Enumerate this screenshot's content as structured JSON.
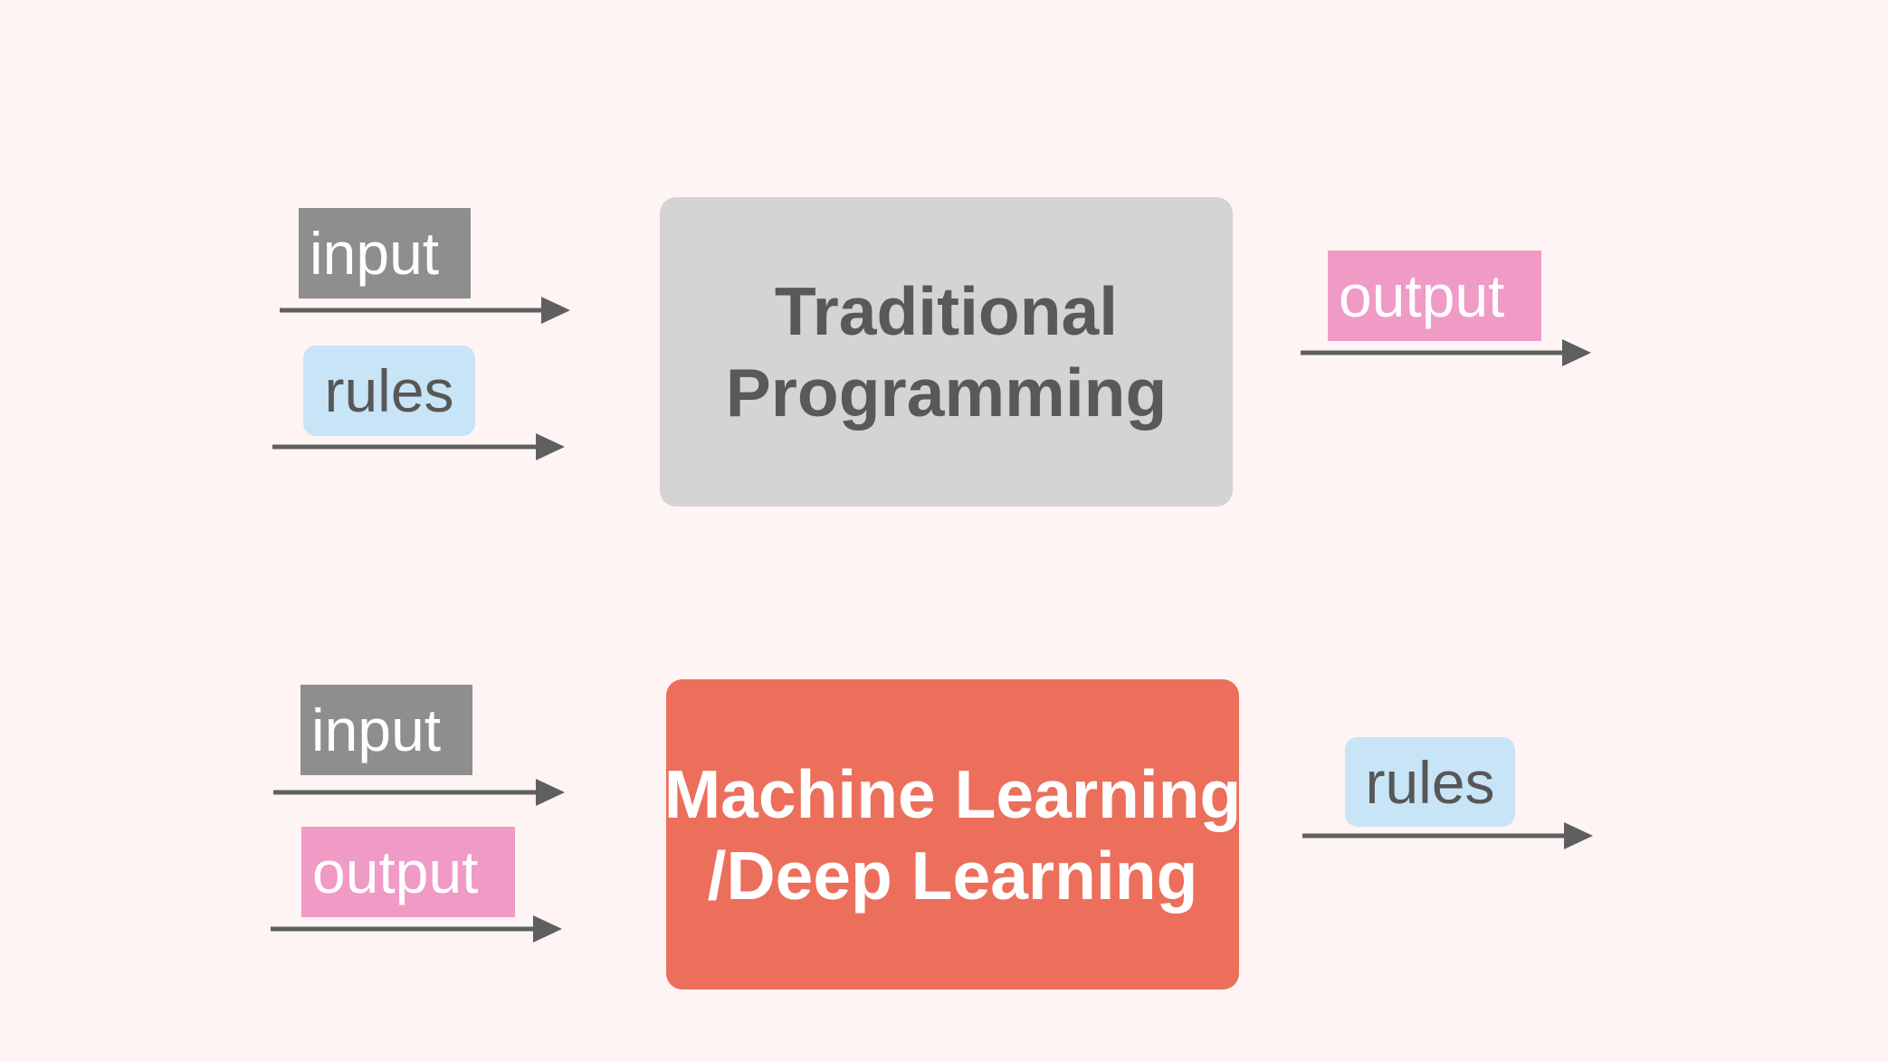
{
  "colors": {
    "background": "#fef4f4",
    "arrow": "#5f5f5f",
    "input_tag": "#8e8e8e",
    "output_tag": "#f09ac6",
    "rules_tag": "#c8e4f7",
    "traditional_box": "#d4d4d4",
    "ml_box": "#ec6f5b"
  },
  "traditional": {
    "title_line1": "Traditional",
    "title_line2": "Programming",
    "inputs": [
      "input",
      "rules"
    ],
    "output": "output"
  },
  "ml": {
    "title_line1": "Machine Learning",
    "title_line2": "/Deep Learning",
    "inputs": [
      "input",
      "output"
    ],
    "output": "rules"
  }
}
